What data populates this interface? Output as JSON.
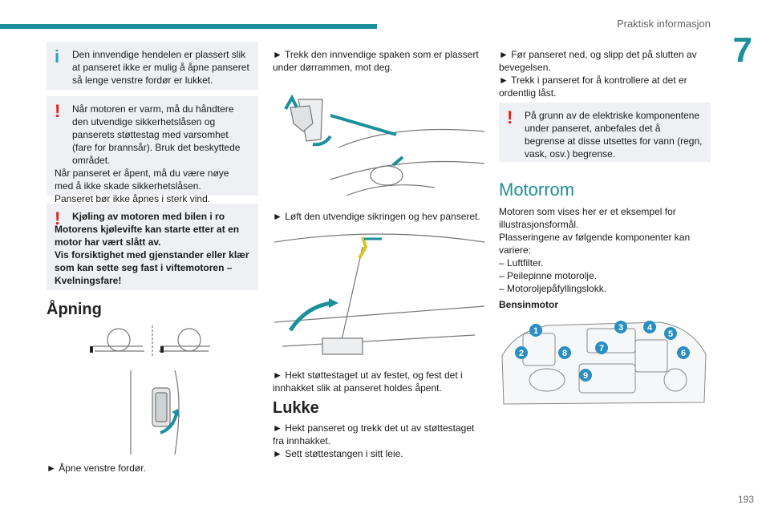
{
  "header": {
    "title": "Praktisk informasjon",
    "chapter": "7",
    "page": "193"
  },
  "col1": {
    "info_note": "Den innvendige hendelen er plassert slik at panseret ikke er mulig å åpne panseret så lenge venstre fordør er lukket.",
    "warn1": {
      "line1": "Når motoren er varm, må du håndtere den utvendige sikkerhetslåsen og panserets støttestag med varsomhet (fare for brannsår). Bruk det beskyttede området.",
      "line2": "Når panseret er åpent, må du være nøye med å ikke skade sikkerhetslåsen.",
      "line3": "Panseret bør ikke åpnes i sterk vind."
    },
    "warn2": {
      "line1": "Kjøling av motoren med bilen i ro",
      "line2": "Motorens kjølevifte kan starte etter at en motor har vært slått av.",
      "line3": "Vis forsiktighet med gjenstander eller klær som kan sette seg fast i viftemotoren – Kvelningsfare!"
    },
    "heading_open": "Åpning",
    "step_open_door": "► Åpne venstre fordør."
  },
  "col2": {
    "step_lever": "► Trekk den innvendige spaken som er plassert under dørrammen, mot deg.",
    "step_lift": "► Løft den utvendige sikringen og hev panseret.",
    "step_strut": "► Hekt støttestaget ut av festet, og fest det i innhakket slik at panseret holdes åpent.",
    "heading_close": "Lukke",
    "step_unhook": "► Hekt panseret og trekk det ut av støttestaget fra innhakket.",
    "step_replace": "► Sett støttestangen i sitt leie."
  },
  "col3": {
    "step_lower": "► Før panseret ned, og slipp det på slutten av bevegelsen.",
    "step_check": "► Trekk i panseret for å kontrollere at det er ordentlig låst.",
    "warn3": "På grunn av de elektriske komponentene under panseret, anbefales det å begrense at disse utsettes for vann (regn, vask, osv.) begrense.",
    "heading_engine": "Motorrom",
    "engine_intro1": "Motoren som vises her er et eksempel for illustrasjonsformål.",
    "engine_intro2": "Plasseringene av følgende komponenter kan variere:",
    "items": [
      "– Luftfilter.",
      "– Peilepinne motorolje.",
      "– Motoroljepåfyllingslokk."
    ],
    "subheading": "Bensinmotor",
    "callouts": [
      "1",
      "2",
      "3",
      "4",
      "5",
      "6",
      "7",
      "8",
      "9"
    ]
  },
  "colors": {
    "teal": "#1b8f9a",
    "warn": "#e02020",
    "info": "#2aa3c0",
    "callout": "#2a8fc0"
  }
}
